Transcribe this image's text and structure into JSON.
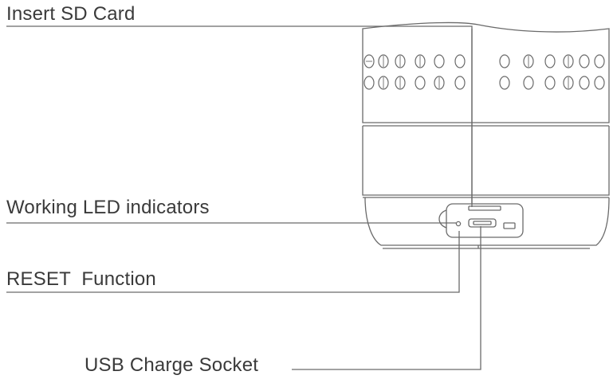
{
  "labels": {
    "insert_sd_card": "Insert SD Card",
    "working_led_indicators": "Working LED indicators",
    "reset_function": "RESET  Function",
    "usb_charge_socket": "USB Charge Socket"
  },
  "colors": {
    "outline": "#6a6a6a",
    "leader_line": "#6a6a6a",
    "text": "#3a3a3a",
    "background": "#ffffff"
  }
}
